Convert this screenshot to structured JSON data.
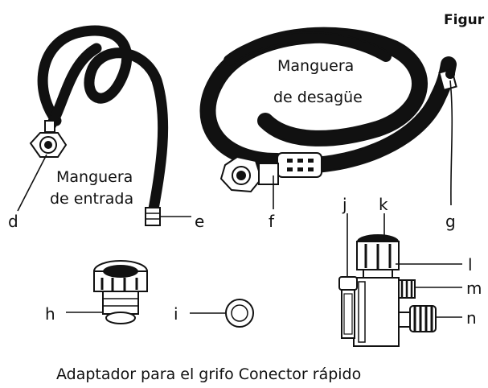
{
  "figure_label": "Figur",
  "parts": {
    "inlet_hose": "Manguera de entrada",
    "inlet_hose_line1": "Manguera",
    "inlet_hose_line2": "de entrada",
    "drain_hose_line1": "Manguera",
    "drain_hose_line2": "de desagüe"
  },
  "callouts": {
    "d": "d",
    "e": "e",
    "f": "f",
    "g": "g",
    "h": "h",
    "i": "i",
    "j": "j",
    "k": "k",
    "l": "l",
    "m": "m",
    "n": "n"
  },
  "caption": "Adaptador para el grifo Conector rápido"
}
